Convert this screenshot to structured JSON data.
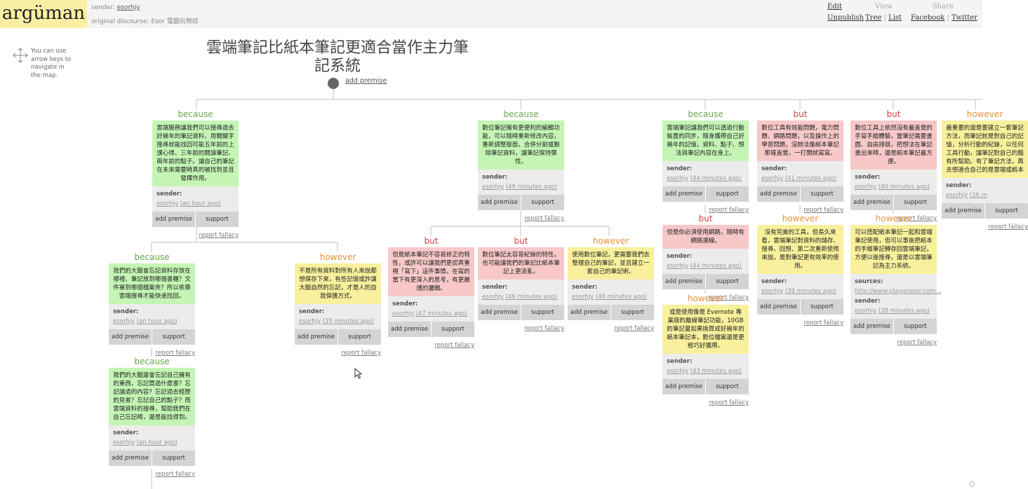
{
  "app": {
    "logo": "argüman"
  },
  "meta": {
    "sender_label": "sender:",
    "sender_name": "esorhjy",
    "discourse_label": "original discourse:",
    "discourse_name": "Esor 電腦玩物誌"
  },
  "nav": {
    "edit": "Edit",
    "view": "View",
    "share": "Share",
    "unpublish": "Unpublish",
    "tree": "Tree",
    "list": "List",
    "facebook": "Facebook",
    "twitter": "Twitter",
    "sep": "|"
  },
  "hint": "You can use arrow keys to navigate in the map.",
  "title": "雲端筆記比紙本筆記更適合當作主力筆記系統",
  "root_add_premise": "add premise",
  "common": {
    "sender": "sender:",
    "sources": "sources:",
    "add_premise": "add premise",
    "support": "support",
    "report_fallacy": "report fallacy"
  },
  "premises": [
    {
      "label": "because",
      "user": "esorhjy",
      "time": "(an hour ago)",
      "text": "雲端服務讓我們可以搜尋過去好幾年的筆記資料，用關鍵字搜尋就能找回可能五年前的上課心得、三年前的閱讀筆記、兩年前的點子。讓自己的筆記在未來需要時真的被找到並且發揮作用。"
    },
    {
      "label": "because",
      "user": "esorhjy",
      "time": "(an hour ago)",
      "text": "我們的大腦會忘記資料存放在哪裡、筆記放到哪個書櫃？文件塞到哪個檔案夾？所以依靠雲端搜尋才能快速找回。"
    },
    {
      "label": "because",
      "user": "esorhjy",
      "time": "(an hour ago)",
      "text": "我們的大腦還會忘記自己擁有的東西，忘記買過什麼書？忘記讀過的內容？忘記過去經歷的見者？忘記自己的點子？而雲端資料的搜尋，幫助我們在自己忘記時，還是能找得到。"
    },
    {
      "label": "however",
      "user": "esorhjy",
      "time": "(35 minutes ago)",
      "text": "不是所有資料對所有人來說都想保存下來，有些記憶或許讓大腦自然的忘記，才是人的自我保護方式。"
    },
    {
      "label": "because",
      "user": "esorhjy",
      "time": "(49 minutes ago)",
      "text": "數位筆記擁有更便利的編輯功能，可以隨時重新修改內容，重新調整版面，合併分割或刪除筆記資料，讓筆記保持彈性。"
    },
    {
      "label": "but",
      "user": "esorhjy",
      "time": "(47 minutes ago)",
      "text": "但是紙本筆記不容易修正的特性，或許可以讓我們更認真重視「寫下」這件事情，在寫的當下有更深入的思考，有更嚴謹的邏輯。"
    },
    {
      "label": "but",
      "user": "esorhjy",
      "time": "(46 minutes ago)",
      "text": "數位筆記太容易紀錄的特性，也可能讓我們的筆記比紙本筆記上更凌亂。"
    },
    {
      "label": "however",
      "user": "esorhjy",
      "time": "(46 minutes ago)",
      "text": "使用數位筆記，更需要我們去整理自己的筆記，並且建立一套自己的筆記術。"
    },
    {
      "label": "because",
      "user": "esorhjy",
      "time": "(44 minutes ago)",
      "text": "雲端筆記讓我們可以透過行動裝置的同步，隨身攜帶自己好幾年的記憶，資料、點子、想法與筆記內容在身上。"
    },
    {
      "label": "but",
      "user": "esorhjy",
      "time": "(44 minutes ago)",
      "text": "但是你必須使用網路，隨時有網路連線。"
    },
    {
      "label": "however",
      "user": "esorhjy",
      "time": "(43 minutes ago)",
      "text": "或是使用像是 Evernote 專業版的離線筆記功能，10GB 的筆記量如果換算成好幾年的紙本筆記本，數位檔案還是更輕巧好攜帶。"
    },
    {
      "label": "but",
      "user": "esorhjy",
      "time": "(41 minutes ago)",
      "text": "數位工具有效能問題，電力問題、網路問題，以及操作上的學習問題，沒辦法像紙本筆記那樣直覺，一打開就寫寫。"
    },
    {
      "label": "however",
      "user": "esorhjy",
      "time": "(39 minutes ago)",
      "text": "沒有完美的工具，但長久來看，雲端筆記對資料的儲存、搜尋、回想、第二次重新使用來說，是對筆記更有效率的使用。"
    },
    {
      "label": "but",
      "user": "esorhjy",
      "time": "(40 minutes ago)",
      "text": "數位工具上依然沒有最直覺的手寫手繪體驗，當筆記需要畫圖、自由排版，把想法在筆記畫出來時，還是紙本筆記最方便。"
    },
    {
      "label": "however",
      "user": "esorhjy",
      "time": "(38 minutes ago)",
      "source": "http://www.playpcesor.com...",
      "text": "可以搭配紙本筆記一起和雲端筆記使用，但可以事後把紙本的手繪筆記轉存回雲端筆記，方便以後搜尋，還是以雲端筆記為主力系統。"
    },
    {
      "label": "however",
      "user": "esorhjy",
      "time": "(36 m",
      "text": "最重要的還是要建立一套筆記方法，而筆記就是對自己的記憶，分析行動的紀錄，以任何工具行動，讓筆記對自己的腦有所幫助。有了筆記方法，再去想適合自己的是雲端或紙本"
    }
  ]
}
